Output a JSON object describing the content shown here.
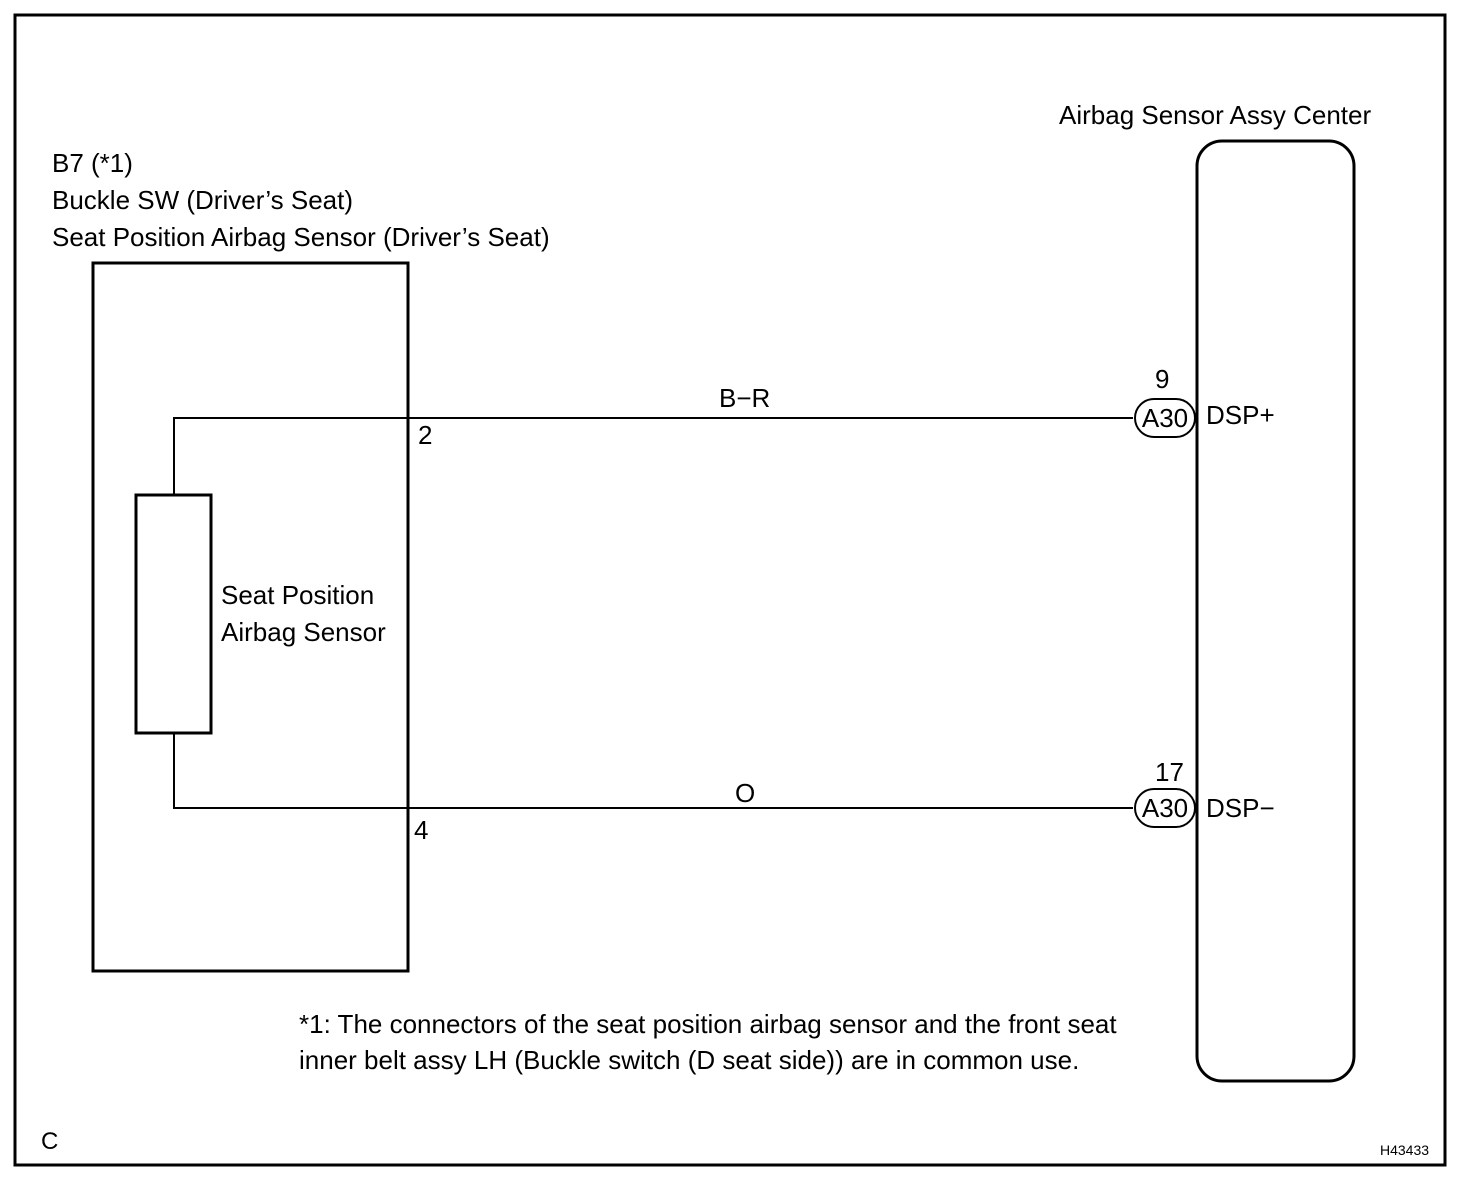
{
  "header": {
    "code": "B7 (*1)",
    "line1": "Buckle SW (Driver’s Seat)",
    "line2": "Seat Position Airbag Sensor (Driver’s Seat)"
  },
  "ecu": {
    "title": "Airbag Sensor Assy Center"
  },
  "sensor": {
    "label_line1": "Seat Position",
    "label_line2": "Airbag Sensor"
  },
  "wires": [
    {
      "color": "B−R",
      "sensor_pin": "2",
      "ecu_pin": "9",
      "connector": "A30",
      "signal": "DSP+"
    },
    {
      "color": "O",
      "sensor_pin": "4",
      "ecu_pin": "17",
      "connector": "A30",
      "signal": "DSP−"
    }
  ],
  "footnote": {
    "line1": "*1: The connectors of the seat position airbag sensor and the front seat",
    "line2": "inner belt assy LH (Buckle switch (D seat side)) are in common use."
  },
  "corner_left": "C",
  "corner_right": "H43433"
}
